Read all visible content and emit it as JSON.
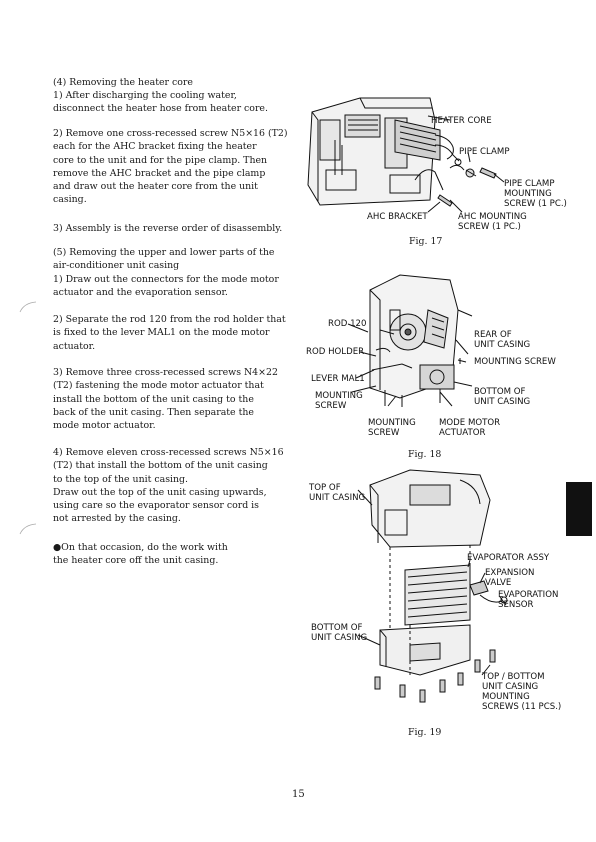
{
  "steps": [
    {
      "lines": [
        "(4)  Removing the heater core"
      ]
    },
    {
      "lines": [
        "1)  After   discharging   the   cooling   water,",
        "     disconnect the heater hose from heater core."
      ]
    },
    {
      "lines": [
        "2)  Remove one cross-recessed screw N5×16 (T2)",
        "     each for the AHC bracket fixing the heater",
        "     core to the unit and for the pipe clamp. Then",
        "     remove the AHC bracket and the pipe clamp",
        "     and draw out the heater core from the unit",
        "     casing."
      ]
    },
    {
      "lines": [
        "3)  Assembly is the reverse order of disassembly."
      ]
    },
    {
      "lines": [
        "(5)  Removing the upper and lower parts of the",
        "     air-conditioner unit casing"
      ]
    },
    {
      "lines": [
        "1)  Draw out the connectors for the mode motor",
        "     actuator and the evaporation sensor."
      ]
    },
    {
      "lines": [
        "2)  Separate the rod 120 from the rod holder that",
        "     is fixed to the lever MAL1 on the mode motor",
        "     actuator."
      ]
    },
    {
      "lines": [
        "3)  Remove three cross-recessed screws N4×22",
        "     (T2) fastening the mode motor actuator that",
        "     install the bottom of the unit casing to the",
        "     back of the unit casing. Then separate the",
        "     mode motor actuator."
      ]
    },
    {
      "lines": [
        "4)  Remove eleven cross-recessed screws N5×16",
        "     (T2) that install the bottom of the unit casing",
        "     to the top of the unit casing.",
        "     Draw out the top of the unit casing upwards,",
        "     using care so the evaporator sensor cord is",
        "     not arrested by the casing."
      ]
    },
    {
      "lines": [
        "     ●On that occasion, do the work with",
        "       the heater core off the unit casing."
      ]
    }
  ],
  "fig17": {
    "caption": "Fig. 17",
    "heater_core": "HEATER CORE",
    "pipe_clamp": "PIPE CLAMP",
    "pipe_clamp_screw": [
      "PIPE CLAMP",
      "MOUNTING",
      "SCREW (1 PC.)"
    ],
    "ahc_bracket": "AHC BRACKET",
    "ahc_screw": [
      "AHC MOUNTING",
      "SCREW (1 PC.)"
    ]
  },
  "fig18": {
    "caption": "Fig. 18",
    "rod": "ROD 120",
    "rod_holder": "ROD HOLDER",
    "lever": "LEVER MAL1",
    "mounting_screw_left": [
      "MOUNTING",
      "SCREW"
    ],
    "mounting_screw_bottom": [
      "MOUNTING",
      "SCREW"
    ],
    "mode_motor": [
      "MODE MOTOR",
      "ACTUATOR"
    ],
    "rear": [
      "REAR OF",
      "UNIT CASING"
    ],
    "mounting_screw_right": "MOUNTING SCREW",
    "bottom": [
      "BOTTOM OF",
      "UNIT CASING"
    ]
  },
  "fig19": {
    "caption": "Fig. 19",
    "top": [
      "TOP OF",
      "UNIT CASING"
    ],
    "evaporator": "EVAPORATOR ASSY",
    "expansion": [
      "EXPANSION",
      "VALVE"
    ],
    "sensor": [
      "EVAPORATION",
      "SENSOR"
    ],
    "bottom": [
      "BOTTOM OF",
      "UNIT CASING"
    ],
    "screws": [
      "TOP / BOTTOM",
      "UNIT CASING",
      "MOUNTING",
      "SCREWS (11 PCS.)"
    ]
  },
  "page_number": "15"
}
